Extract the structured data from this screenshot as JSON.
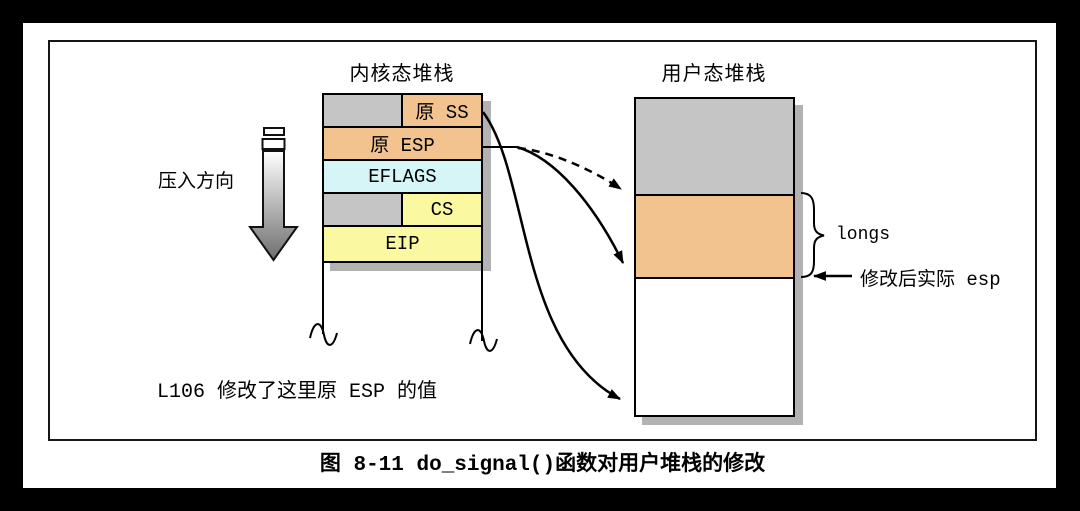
{
  "caption": "图 8-11 do_signal()函数对用户堆栈的修改",
  "kernel_stack": {
    "title": "内核态堆栈",
    "rows": [
      {
        "label": "原 SS"
      },
      {
        "label": "原 ESP"
      },
      {
        "label": "EFLAGS"
      },
      {
        "label": "CS"
      },
      {
        "label": "EIP"
      }
    ],
    "note": "L106 修改了这里原 ESP 的值"
  },
  "push_arrow": {
    "label": "压入方向"
  },
  "user_stack": {
    "title": "用户态堆栈"
  },
  "annotations": {
    "longs": "longs",
    "modified_esp": "修改后实际 esp"
  },
  "colors": {
    "orange": "#f2c28f",
    "cyan": "#d6f5f6",
    "yellow": "#faf8a0",
    "gray": "#c5c5c5",
    "shadow": "#b2b2b2",
    "border": "#000000"
  }
}
